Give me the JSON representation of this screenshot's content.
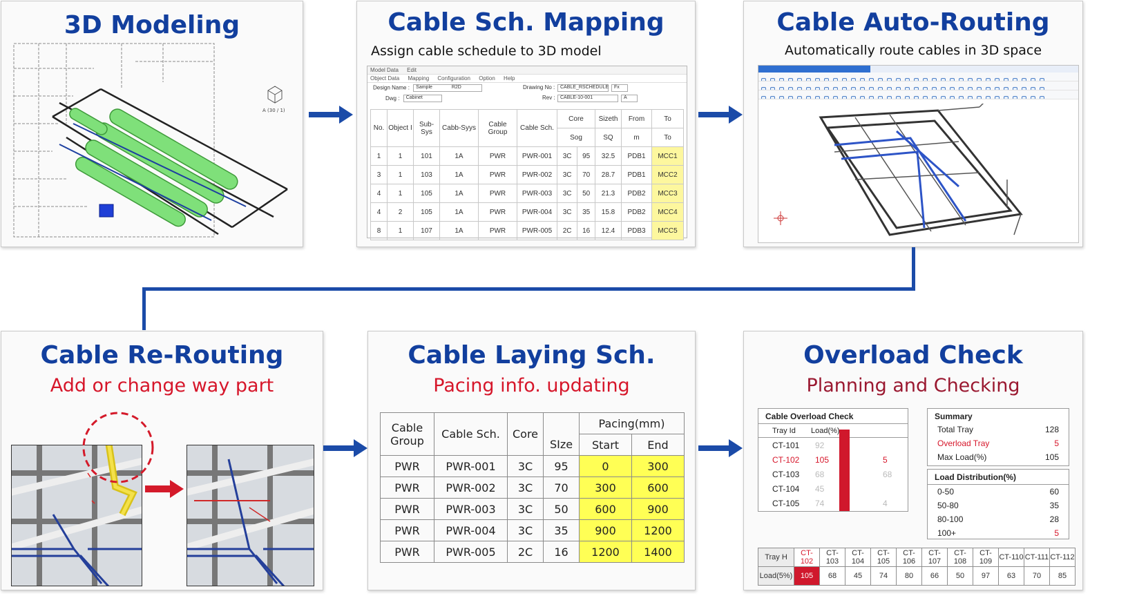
{
  "panels": {
    "modeling": {
      "title": "3D Modeling",
      "view_label": "A (30 / 1)"
    },
    "mapping": {
      "title": "Cable Sch. Mapping",
      "subtitle": "Assign cable schedule to 3D model",
      "window": {
        "menu": [
          "Model Data",
          "Edit"
        ],
        "menu2": [
          "Object Data",
          "Mapping",
          "Configuration",
          "Option",
          "Help"
        ],
        "design_name_label": "Design Name :",
        "design_name_value": "Sample",
        "design_extra": "R2D",
        "drawing_no_label": "Drawing No :",
        "drawing_no_value": "CABLE_RSCHEDULE",
        "drawing_extra": "Fx",
        "dwg_label": "Dwg :",
        "dwg_value": "Cabinet",
        "rev_label": "Rev :",
        "rev_value": "CABLE-10-001",
        "rev_extra": "A"
      },
      "table": {
        "headers": [
          "No.",
          "Object I",
          "Sub-Sys",
          "Cabb-Syys",
          "Cable Group",
          "Cable Sch.",
          "Core",
          "Sizeth",
          "From",
          "To"
        ],
        "subheaders": [
          "",
          "",
          "",
          "",
          "",
          "",
          "Sog",
          "SQ",
          "m",
          "To"
        ],
        "rows": [
          [
            "1",
            "1",
            "101",
            "1A",
            "PWR",
            "PWR-001",
            "3C",
            "95",
            "32.5",
            "PDB1",
            "MCC1"
          ],
          [
            "3",
            "1",
            "103",
            "1A",
            "PWR",
            "PWR-002",
            "3C",
            "70",
            "28.7",
            "PDB1",
            "MCC2"
          ],
          [
            "4",
            "1",
            "105",
            "1A",
            "PWR",
            "PWR-003",
            "3C",
            "50",
            "21.3",
            "PDB2",
            "MCC3"
          ],
          [
            "4",
            "2",
            "105",
            "1A",
            "PWR",
            "PWR-004",
            "3C",
            "35",
            "15.8",
            "PDB2",
            "MCC4"
          ],
          [
            "8",
            "1",
            "107",
            "1A",
            "PWR",
            "PWR-005",
            "2C",
            "16",
            "12.4",
            "PDB3",
            "MCC5"
          ]
        ]
      }
    },
    "autorouting": {
      "title": "Cable Auto-Routing",
      "subtitle": "Automatically route cables in 3D space"
    },
    "rerouting": {
      "title": "Cable Re-Routing",
      "subtitle": "Add or change way part"
    },
    "laying": {
      "title": "Cable Laying Sch.",
      "subtitle": "Pacing info. updating",
      "table": {
        "h_group": "Cable Group",
        "h_sch": "Cable Sch.",
        "h_core": "Core",
        "h_size": "SIze",
        "h_pacing": "Pacing(mm)",
        "h_start": "Start",
        "h_end": "End",
        "rows": [
          [
            "PWR",
            "PWR-001",
            "3C",
            "95",
            "0",
            "300"
          ],
          [
            "PWR",
            "PWR-002",
            "3C",
            "70",
            "300",
            "600"
          ],
          [
            "PWR",
            "PWR-003",
            "3C",
            "50",
            "600",
            "900"
          ],
          [
            "PWR",
            "PWR-004",
            "3C",
            "35",
            "900",
            "1200"
          ],
          [
            "PWR",
            "PWR-005",
            "2C",
            "16",
            "1200",
            "1400"
          ]
        ]
      }
    },
    "overload": {
      "title": "Overload Check",
      "subtitle": "Planning and Checking",
      "check": {
        "title": "Cable Overload Check",
        "h_tray": "Tray Id",
        "h_load": "Load(%)",
        "rows": [
          {
            "id": "CT-101",
            "load": "92",
            "extra": ""
          },
          {
            "id": "CT-102",
            "load": "105",
            "extra": "5"
          },
          {
            "id": "CT-103",
            "load": "68",
            "extra": "68"
          },
          {
            "id": "CT-104",
            "load": "45",
            "extra": ""
          },
          {
            "id": "CT-105",
            "load": "74",
            "extra": "4"
          }
        ]
      },
      "summary": {
        "title": "Summary",
        "rows": [
          {
            "label": "Total Tray",
            "value": "128"
          },
          {
            "label": "Overload Tray",
            "value": "5"
          },
          {
            "label": "Max Load(%)",
            "value": "105"
          }
        ]
      },
      "distribution": {
        "title": "Load Distribution(%)",
        "rows": [
          {
            "label": "0-50",
            "value": "60"
          },
          {
            "label": "50-80",
            "value": "35"
          },
          {
            "label": "80-100",
            "value": "28"
          },
          {
            "label": "100+",
            "value": "5"
          }
        ]
      },
      "bottom": {
        "h_tray": "Tray H",
        "h_load": "Load(5%)",
        "trays": [
          "CT-102",
          "CT-103",
          "CT-104",
          "CT-105",
          "CT-106",
          "CT-107",
          "CT-108",
          "CT-109",
          "CT-110",
          "CT-111",
          "CT-112"
        ],
        "loads": [
          "105",
          "68",
          "45",
          "74",
          "80",
          "66",
          "50",
          "97",
          "63",
          "70",
          "85"
        ]
      }
    }
  },
  "colors": {
    "title_blue": "#123f9e",
    "arrow_blue": "#1b4ba8",
    "red": "#d6162a",
    "highlight_yellow": "#ffff55",
    "cable_green": "#7fe07a"
  }
}
